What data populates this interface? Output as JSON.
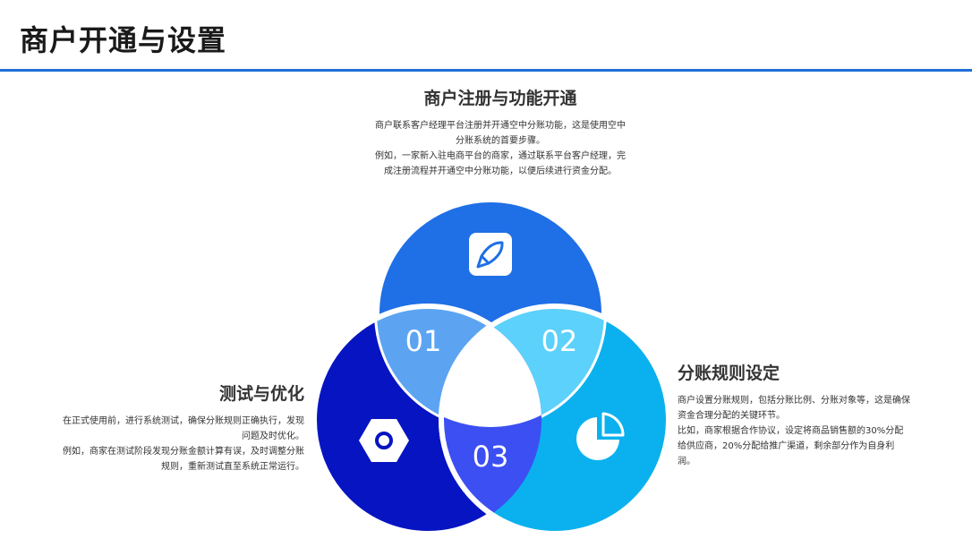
{
  "title": "商户开通与设置",
  "sections": [
    {
      "id": "01",
      "heading": "商户注册与功能开通",
      "lines": [
        "商户联系客户经理平台注册并开通空中分账功能，这是使用空中分账系统的首要步骤。",
        "例如，一家新入驻电商平台的商家，通过联系平台客户经理，完成注册流程并开通空中分账功能，以便后续进行资金分配。"
      ],
      "icon": "pen-icon",
      "color": "#1f6fe6"
    },
    {
      "id": "02",
      "heading": "分账规则设定",
      "lines": [
        "商户设置分账规则，包括分账比例、分账对象等，这是确保资金合理分配的关键环节。",
        "比如，商家根据合作协议，设定将商品销售额的30%分配给供应商，20%分配给推广渠道，剩余部分作为自身利润。"
      ],
      "icon": "pie-chart-icon",
      "color": "#0bb1ee"
    },
    {
      "id": "03",
      "heading": "测试与优化",
      "lines": [
        "在正式使用前，进行系统测试，确保分账规则正确执行，发现问题及时优化。",
        "例如，商家在测试阶段发现分账金额计算有误，及时调整分账规则，重新测试直至系统正常运行。"
      ],
      "icon": "hex-nut-icon",
      "color": "#0714c2"
    }
  ],
  "overlap_colors": {
    "01": "#5ca4f2",
    "02": "#5cd1fb",
    "03": "#3c4ff2"
  }
}
